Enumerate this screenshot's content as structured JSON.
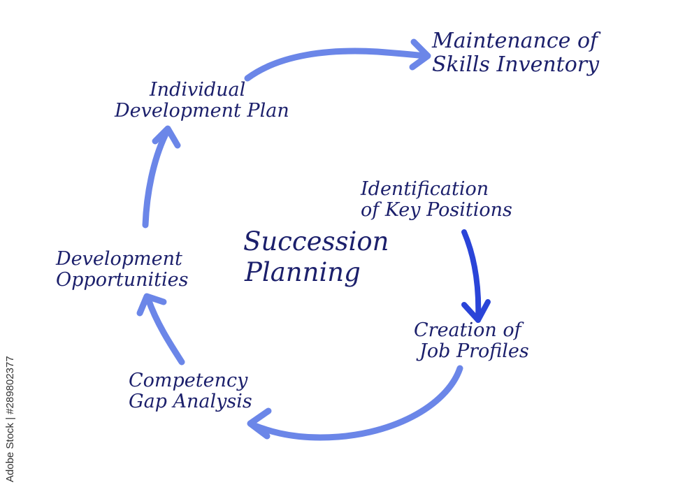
{
  "center": {
    "line1": "Succession",
    "line2": "Planning"
  },
  "steps": [
    {
      "line1": "Identification",
      "line2": "of Key Positions"
    },
    {
      "line1": "Creation of",
      "line2": "Job Profiles"
    },
    {
      "line1": "Competency",
      "line2": "Gap Analysis"
    },
    {
      "line1": "Development",
      "line2": "Opportunities"
    },
    {
      "line1": "Individual",
      "line2": "Development Plan"
    },
    {
      "line1": "Maintenance of",
      "line2": "Skills Inventory"
    }
  ],
  "watermark": "Adobe Stock | #289802377",
  "colors": {
    "text": "#1b1f6b",
    "arrow_light": "#6b86e8",
    "arrow_dark": "#2a44d8"
  }
}
